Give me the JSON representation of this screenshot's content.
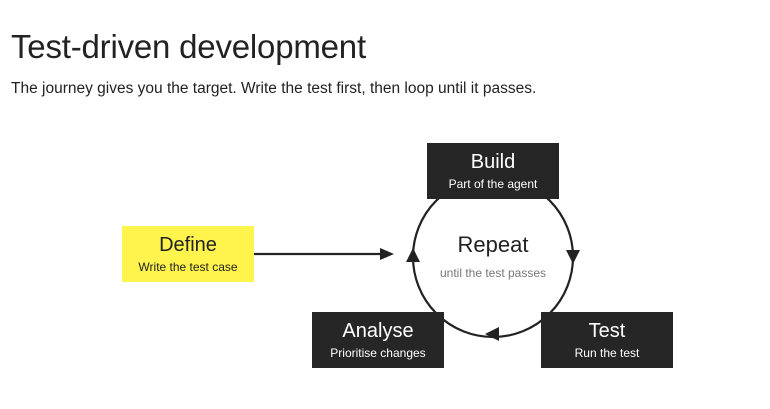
{
  "header": {
    "title": "Test-driven development",
    "subtitle": "The journey gives you the target. Write the test first, then loop until it passes."
  },
  "diagram": {
    "define": {
      "title": "Define",
      "subtitle": "Write the test case"
    },
    "build": {
      "title": "Build",
      "subtitle": "Part of the agent"
    },
    "test": {
      "title": "Test",
      "subtitle": "Run the test"
    },
    "analyse": {
      "title": "Analyse",
      "subtitle": "Prioritise changes"
    },
    "center": {
      "title": "Repeat",
      "subtitle": "until the test passes"
    }
  },
  "colors": {
    "dark_box": "#262626",
    "highlight_box": "#fff34d",
    "line": "#222222"
  }
}
